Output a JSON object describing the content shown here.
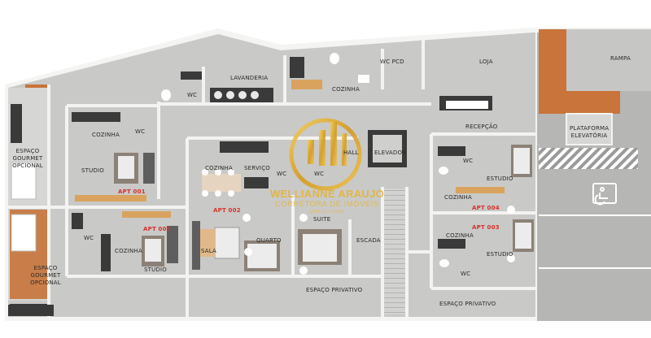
{
  "rooms": {
    "rampa": "RAMPA",
    "loja": "LOJA",
    "wc_pcd": "WC PCD",
    "cozinha_top": "COZINHA",
    "lavanderia": "LAVANDERIA",
    "wc_top": "WC",
    "plataforma": "PLATAFORMA ELEVATÓRIA",
    "recepcao": "RECEPÇÃO",
    "hall": "HALL",
    "elevador": "ELEVADOR",
    "espaco_gourmet_1": "ESPAÇO GOURMET OPCIONAL",
    "espaco_gourmet_2": "ESPAÇO GOURMET OPCIONAL",
    "cozinha_001": "COZINHA",
    "wc_001": "WC",
    "studio_001": "STUDIO",
    "cozinha_002": "COZINHA",
    "servico_002": "SERVIÇO",
    "wc_002a": "WC",
    "wc_002b": "WC",
    "suite_002": "SUITE",
    "quarto_002": "QUARTO",
    "sala_002": "SALA",
    "wc_005": "WC",
    "cozinha_005": "COZINHA",
    "studio_005": "STUDIO",
    "escada": "ESCADA",
    "espaco_privativo_1": "ESPAÇO PRIVATIVO",
    "espaco_privativo_2": "ESPAÇO PRIVATIVO",
    "wc_004": "WC",
    "estudio_004": "ESTUDIO",
    "cozinha_004": "COZINHA",
    "cozinha_003": "COZINHA",
    "estudio_003": "ESTUDIO",
    "wc_003": "WC"
  },
  "apartments": {
    "apt001": "APT 001",
    "apt002": "APT 002",
    "apt003": "APT 003",
    "apt004": "APT 004",
    "apt005": "APT 005"
  },
  "watermark": {
    "name": "WELLIANNE ARAUJO",
    "subtitle": "CORRETORA DE IMÓVEIS",
    "creci": "CRECI 13995"
  },
  "colors": {
    "floor": "#c9c9c7",
    "wall": "#f3f3f1",
    "wood": "#c8743a",
    "accent_red": "#d9302a",
    "logo_gold": "#e6b333"
  }
}
